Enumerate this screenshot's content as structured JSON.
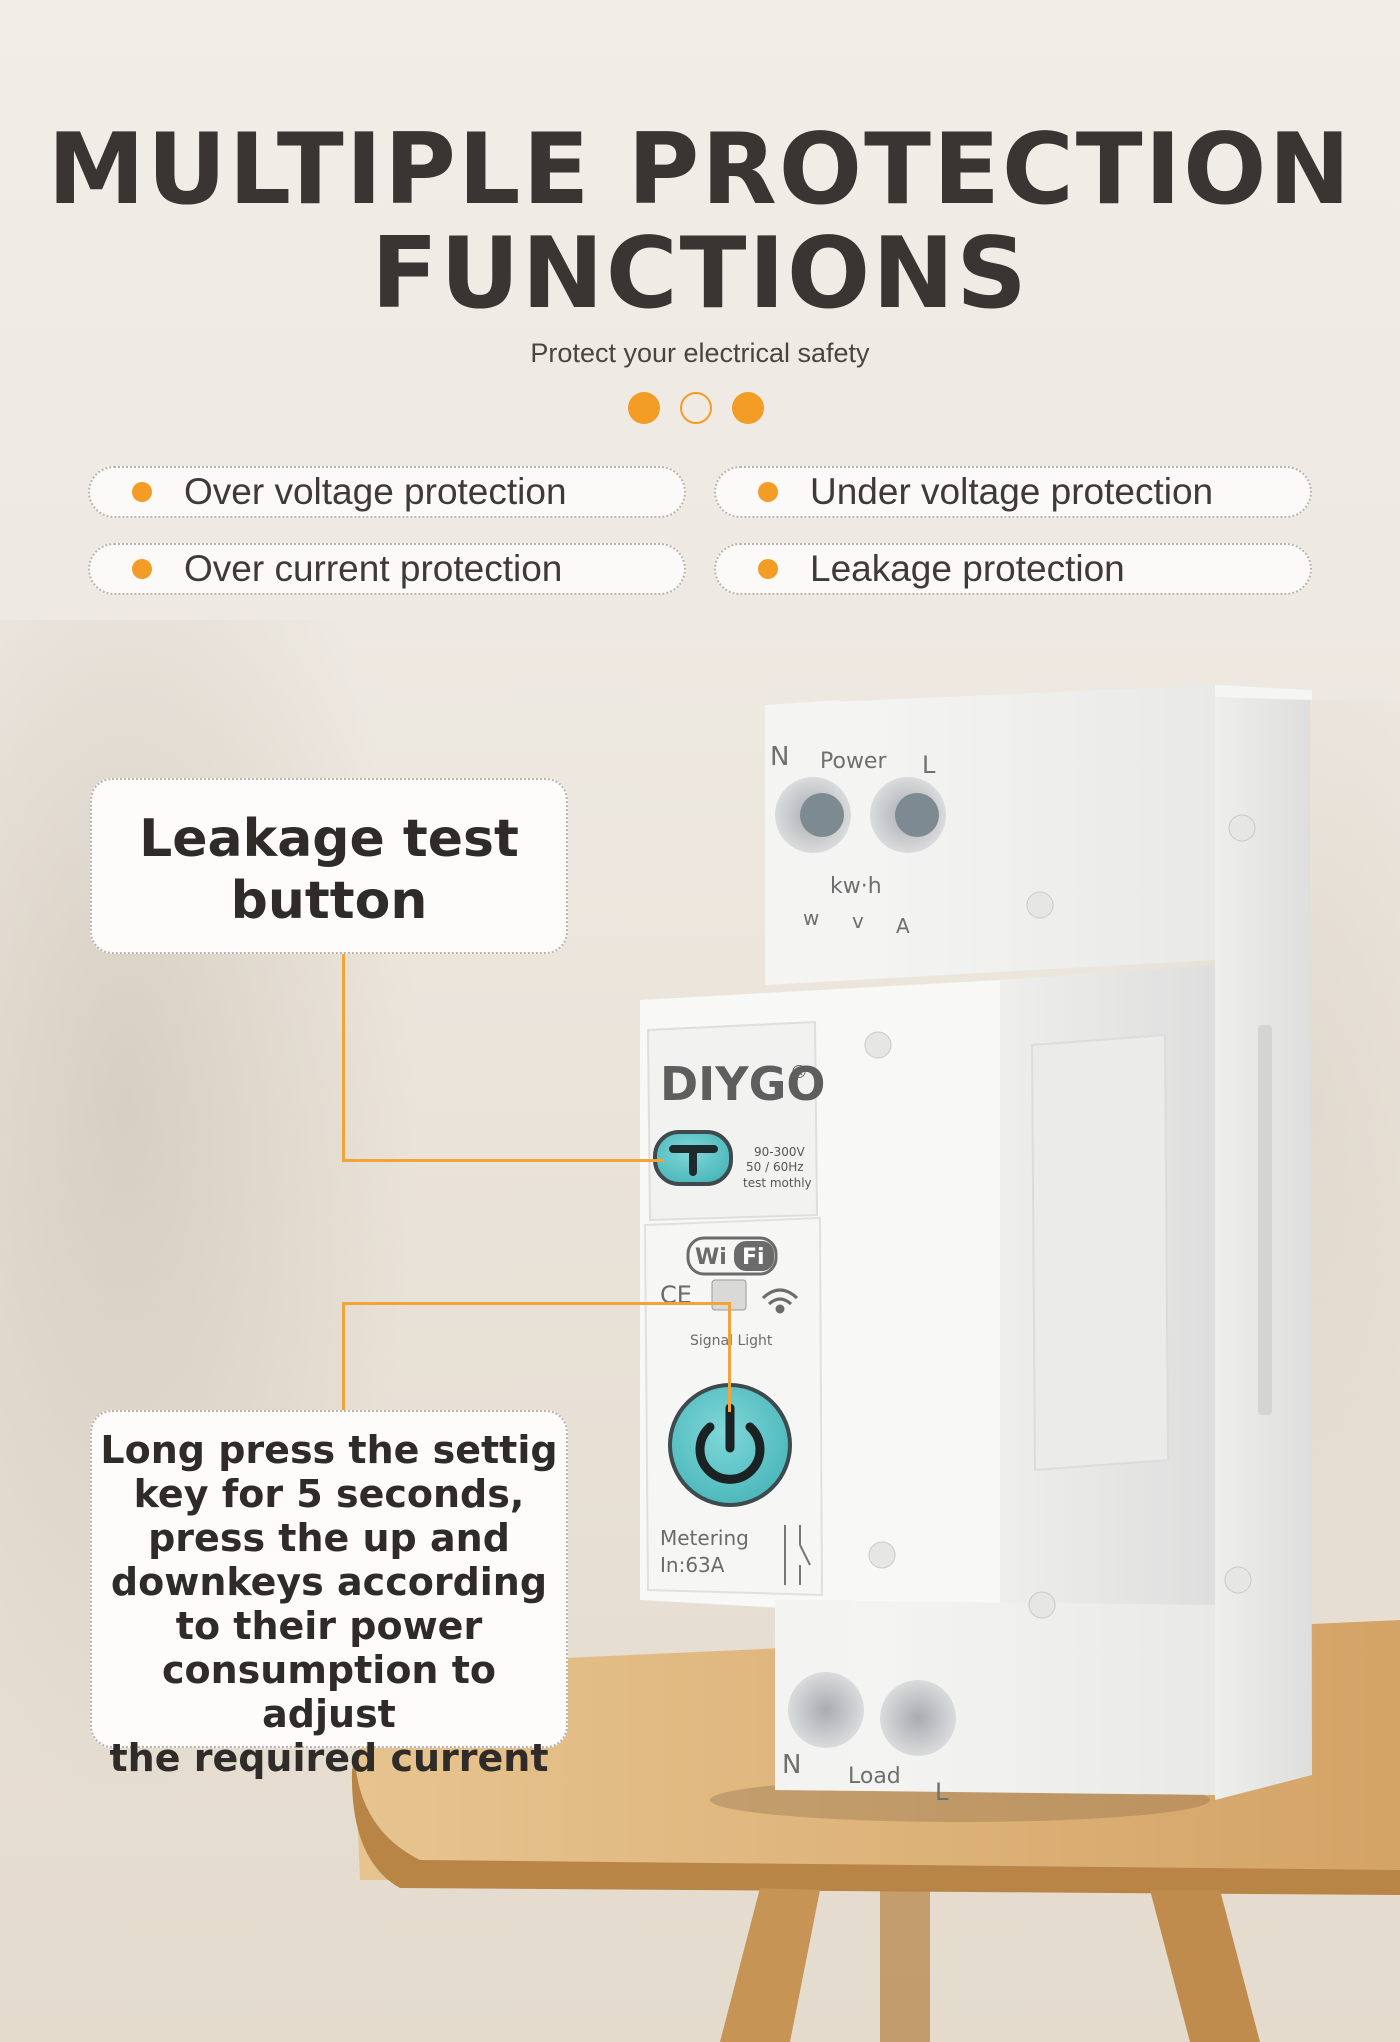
{
  "title_line1": "MULTIPLE PROTECTION",
  "title_line2": "FUNCTIONS",
  "subtitle": "Protect your electrical safety",
  "colors": {
    "accent": "#f39c26",
    "title": "#3a3532",
    "device_button": "#59c6c9"
  },
  "features": [
    "Over voltage protection",
    "Under voltage protection",
    "Over current protection",
    "Leakage protection"
  ],
  "callouts": {
    "test_button": [
      "Leakage test",
      "button"
    ],
    "setting_key": [
      "Long press the settig",
      "key for 5 seconds,",
      "press the up and",
      "downkeys according",
      "to their power",
      "consumption to adjust",
      "the required current"
    ]
  },
  "device": {
    "top_left": "N",
    "top_center": "Power",
    "top_right": "L",
    "kwh": "kw·h",
    "units": [
      "w",
      "v",
      "A"
    ],
    "brand": "DIYGO",
    "reg": "®",
    "spec_lines": [
      "90-300V",
      "50 / 60Hz",
      "test mothly"
    ],
    "wifi": [
      "Wi",
      "Fi"
    ],
    "ce": "CE",
    "signal_light": "Signal Light",
    "metering": "Metering",
    "rating": "In:63A",
    "bottom_left": "N",
    "bottom_center": "Load",
    "bottom_right": "L"
  }
}
